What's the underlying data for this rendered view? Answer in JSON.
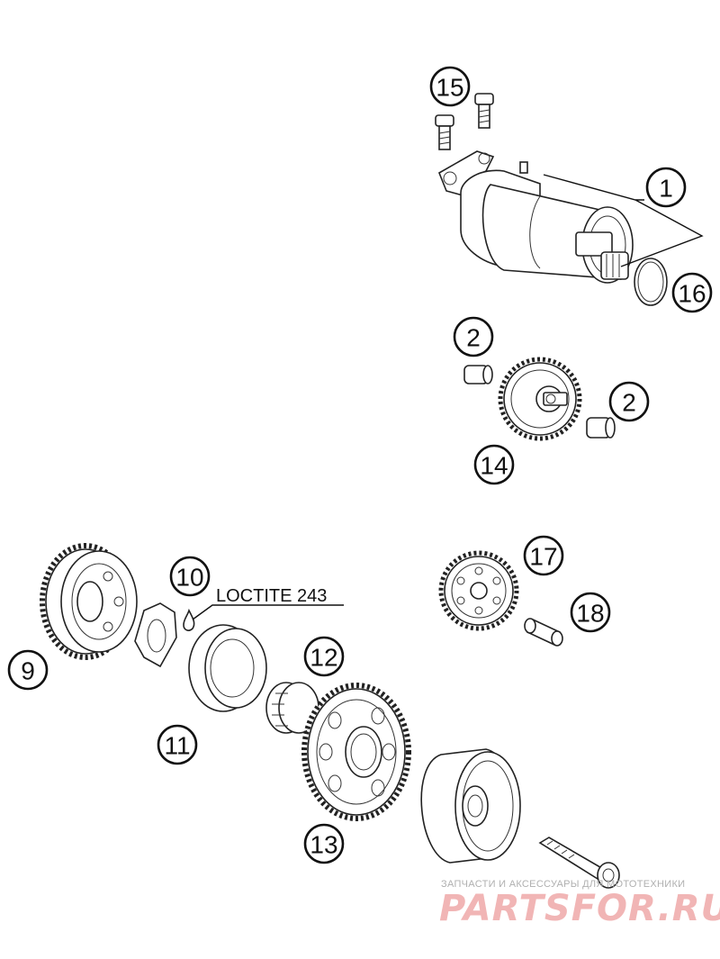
{
  "callouts": {
    "c1": "1",
    "c2a": "2",
    "c2b": "2",
    "c9": "9",
    "c10": "10",
    "c11": "11",
    "c12": "12",
    "c13": "13",
    "c14": "14",
    "c15": "15",
    "c16": "16",
    "c17": "17",
    "c18": "18"
  },
  "note": {
    "loctite": "LOCTITE 243"
  },
  "watermark": {
    "tagline": "ЗАПЧАСТИ И АКСЕССУАРЫ ДЛЯ МОТОТЕХНИКИ",
    "brand": "PARTSFOR.RU"
  }
}
